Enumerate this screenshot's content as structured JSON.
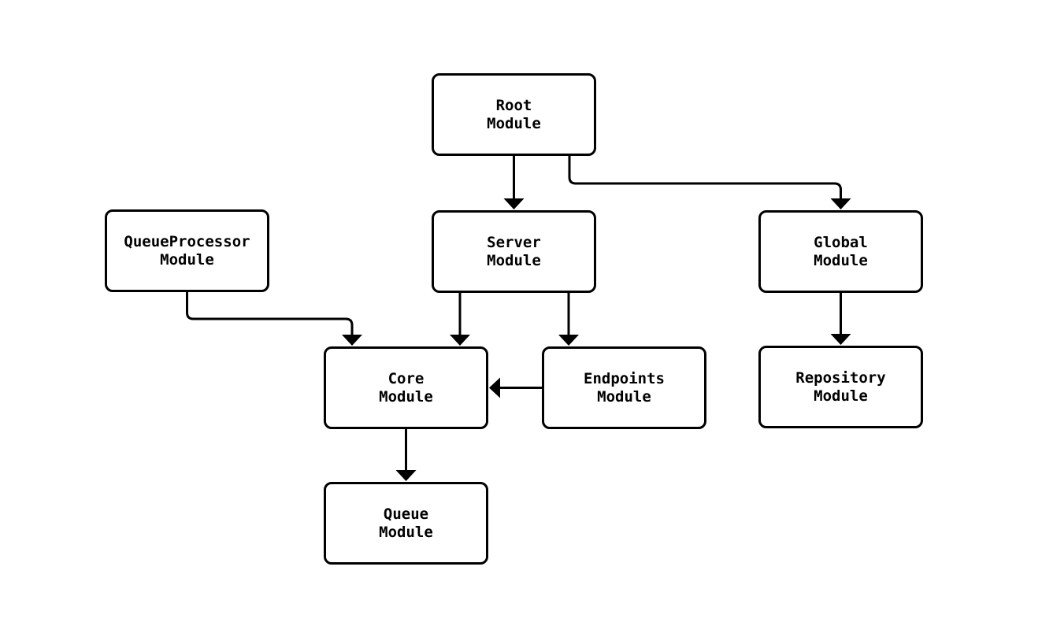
{
  "diagram": {
    "type": "flowchart",
    "direction": "top-down",
    "colors": {
      "background": "#ffffff",
      "node_fill": "#ffffff",
      "node_border": "#000000",
      "edge": "#000000",
      "text": "#000000"
    },
    "nodes": {
      "root": {
        "label": "Root Module",
        "lines": [
          "Root",
          "Module"
        ]
      },
      "queueprocessor": {
        "label": "QueueProcessor Module",
        "lines": [
          "QueueProcessor",
          "Module"
        ]
      },
      "server": {
        "label": "Server Module",
        "lines": [
          "Server",
          "Module"
        ]
      },
      "global": {
        "label": "Global Module",
        "lines": [
          "Global",
          "Module"
        ]
      },
      "core": {
        "label": "Core Module",
        "lines": [
          "Core",
          "Module"
        ]
      },
      "endpoints": {
        "label": "Endpoints Module",
        "lines": [
          "Endpoints",
          "Module"
        ]
      },
      "repository": {
        "label": "Repository Module",
        "lines": [
          "Repository",
          "Module"
        ]
      },
      "queue": {
        "label": "Queue Module",
        "lines": [
          "Queue",
          "Module"
        ]
      }
    },
    "edges": [
      {
        "from": "Root Module",
        "to": "Server Module"
      },
      {
        "from": "Root Module",
        "to": "Global Module"
      },
      {
        "from": "QueueProcessor Module",
        "to": "Core Module"
      },
      {
        "from": "Server Module",
        "to": "Core Module"
      },
      {
        "from": "Server Module",
        "to": "Endpoints Module"
      },
      {
        "from": "Endpoints Module",
        "to": "Core Module"
      },
      {
        "from": "Global Module",
        "to": "Repository Module"
      },
      {
        "from": "Core Module",
        "to": "Queue Module"
      }
    ]
  }
}
